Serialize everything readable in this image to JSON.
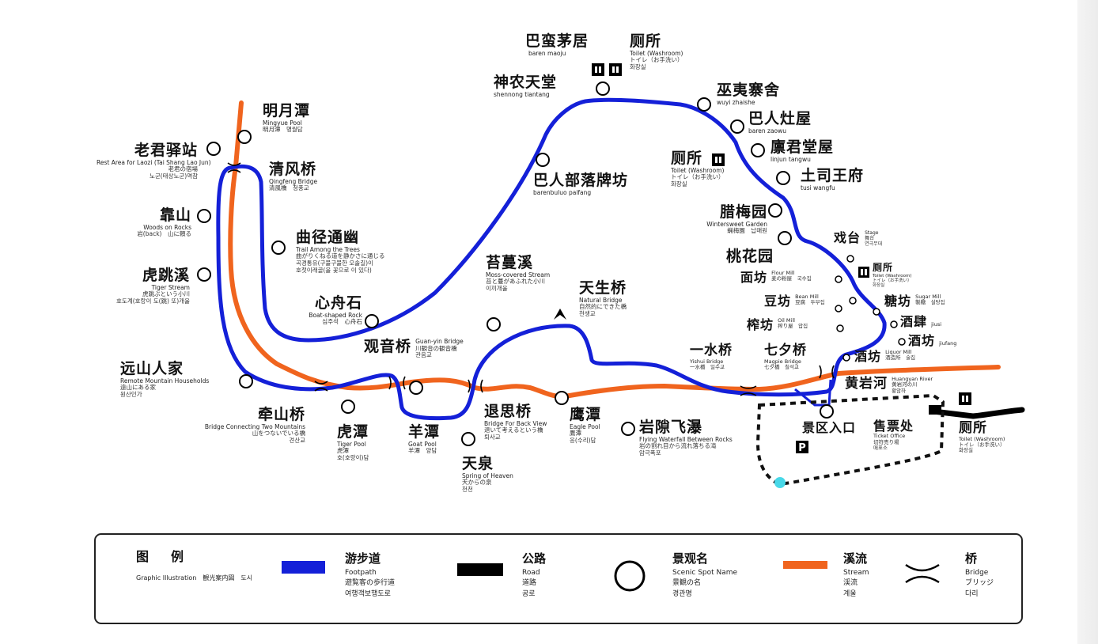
{
  "spots": [
    {
      "id": "mingyue-pool",
      "zh": "明月潭",
      "en": "Mingyue Pool",
      "sub": "明月潭　명월담"
    },
    {
      "id": "laojun-station",
      "zh": "老君驿站",
      "en": "Rest Area for Laozi (Tai Shang Lao Jun)",
      "sub": "老君の宿場",
      "sub2": "노군(태상노군)역참"
    },
    {
      "id": "qingfeng-bridge",
      "zh": "清风桥",
      "en": "Qingfeng Bridge",
      "sub": "清風橋　청풍교"
    },
    {
      "id": "kaoshan",
      "zh": "靠山",
      "en": "Woods on Rocks",
      "sub": "岩(back)　山に頼る"
    },
    {
      "id": "quijing-tongyou",
      "zh": "曲径通幽",
      "en": "Trail Among the Trees",
      "sub": "曲がりくねる道を静かさに通じる",
      "sub2": "곡경통유(구불구불한 오솔길)이",
      "sub3": "호젓이래골(을 꽃으로 이 있다)"
    },
    {
      "id": "hutiao-stream",
      "zh": "虎跳溪",
      "en": "Tiger Stream",
      "sub": "虎跳ぶという小川",
      "sub2": "호도계(호랑이 도(跳) 또)개울"
    },
    {
      "id": "xinzhou-rock",
      "zh": "心舟石",
      "en": "Boat-shaped Rock",
      "sub": "심주석　心舟石"
    },
    {
      "id": "guanyin-bridge",
      "zh": "观音桥",
      "en": "Guan-yin Bridge",
      "sub": "川観音の観音橋",
      "sub2": "관음교"
    },
    {
      "id": "yuanshan-household",
      "zh": "远山人家",
      "en": "Remote Mountain Households",
      "sub": "遠山にある家",
      "sub2": "원산인가"
    },
    {
      "id": "qianshan-bridge",
      "zh": "牵山桥",
      "en": "Bridge Connecting Two Mountains",
      "sub": "山をつないでいる橋",
      "sub2": "견산교"
    },
    {
      "id": "tiger-pool",
      "zh": "虎潭",
      "en": "Tiger Pool",
      "sub": "虎潭",
      "sub2": "호(호랑이)담"
    },
    {
      "id": "goat-pool",
      "zh": "羊潭",
      "en": "Goat Pool",
      "sub": "羊潭　양담"
    },
    {
      "id": "spring-heaven",
      "zh": "天泉",
      "en": "Spring of Heaven",
      "sub": "天からの泉",
      "sub2": "천천"
    },
    {
      "id": "tuisi-bridge",
      "zh": "退思桥",
      "en": "Bridge For Back View",
      "sub": "退いて考えるという橋",
      "sub2": "퇴사교"
    },
    {
      "id": "moss-stream",
      "zh": "苔蔓溪",
      "en": "Moss-covered Stream",
      "sub": "苔と蔓があふれた小川",
      "sub2": "이끼개울"
    },
    {
      "id": "natural-bridge",
      "zh": "天生桥",
      "en": "Natural Bridge",
      "sub": "自然的にできた橋",
      "sub2": "천생교"
    },
    {
      "id": "eagle-pool",
      "zh": "鹰潭",
      "en": "Eagle Pool",
      "sub": "鷹潭",
      "sub2": "응(수리)담"
    },
    {
      "id": "waterfall",
      "zh": "岩隙飞瀑",
      "en": "Flying Waterfall Between Rocks",
      "sub": "岩の割れ目から流れ落ちる滝",
      "sub2": "암극폭포"
    },
    {
      "id": "baren-maoju",
      "zh": "巴蛮茅居",
      "en": "baren maoju",
      "sub": ""
    },
    {
      "id": "toilet-top",
      "zh": "厕所",
      "en": "Toilet (Washroom)",
      "sub": "トイレ（お手洗い）",
      "sub2": "화장실"
    },
    {
      "id": "shennong",
      "zh": "神农天堂",
      "en": "shennong tiantang",
      "sub": ""
    },
    {
      "id": "wuyi-zhaishe",
      "zh": "巫夷寨舍",
      "en": "wuyi zhaishe",
      "sub": ""
    },
    {
      "id": "baren-zaowu",
      "zh": "巴人灶屋",
      "en": "baren zaowu",
      "sub": ""
    },
    {
      "id": "linjun-tangwu",
      "zh": "廪君堂屋",
      "en": "linjun tangwu",
      "sub": ""
    },
    {
      "id": "buluo-paifang",
      "zh": "巴人部落牌坊",
      "en": "barenbuluo paifang",
      "sub": ""
    },
    {
      "id": "toilet-mid",
      "zh": "厕所",
      "en": "Toilet (Washroom)",
      "sub": "トイレ（お手洗い）",
      "sub2": "화장실"
    },
    {
      "id": "tusi-wangfu",
      "zh": "土司王府",
      "en": "tusi wangfu",
      "sub": ""
    },
    {
      "id": "lamei-garden",
      "zh": "腊梅园",
      "en": "Wintersweet Garden",
      "sub": "蝋梅園　납매원"
    },
    {
      "id": "taohua-garden",
      "zh": "桃花园",
      "en": "",
      "sub": ""
    },
    {
      "id": "stage",
      "zh": "戏台",
      "en": "Stage",
      "sub": "舞台",
      "sub2": "연극무대"
    },
    {
      "id": "toilet-east",
      "zh": "厕所",
      "en": "Toilet (Washroom)",
      "sub": "トイレ（お手洗い）",
      "sub2": "화장실"
    },
    {
      "id": "flour-mill",
      "zh": "面坊",
      "en": "Flour Mill",
      "sub": "麦の粉屋　국수집"
    },
    {
      "id": "sugar-mill",
      "zh": "糖坊",
      "en": "Sugar Mill",
      "sub": "製糖　설탕집"
    },
    {
      "id": "bean-mill",
      "zh": "豆坊",
      "en": "Bean Mill",
      "sub": "豆腐　두부집"
    },
    {
      "id": "jiusi",
      "zh": "酒肆",
      "en": "jiusi",
      "sub": ""
    },
    {
      "id": "oil-mill",
      "zh": "榨坊",
      "en": "Oil Mill",
      "sub": "搾り屋　압집"
    },
    {
      "id": "jiufang-top",
      "zh": "酒坊",
      "en": "jiufang",
      "sub": ""
    },
    {
      "id": "yishui-bridge",
      "zh": "一水桥",
      "en": "Yishui Bridge",
      "sub": "一水橋　일수교"
    },
    {
      "id": "magpie-bridge",
      "zh": "七夕桥",
      "en": "Magpie Bridge",
      "sub": "七夕橋　칠석교"
    },
    {
      "id": "liquor-mill",
      "zh": "酒坊",
      "en": "Liquor Mill",
      "sub": "酒造所　술집"
    },
    {
      "id": "huangyan-river",
      "zh": "黄岩河",
      "en": "Huangyan River",
      "sub": "黄岩河の川",
      "sub2": "황암하"
    },
    {
      "id": "entrance",
      "zh": "景区入口",
      "en": "",
      "sub": ""
    },
    {
      "id": "ticket-office",
      "zh": "售票处",
      "en": "Ticket Office",
      "sub": "切符売り場",
      "sub2": "매표소"
    },
    {
      "id": "toilet-right",
      "zh": "厕所",
      "en": "Toilet (Washroom)",
      "sub": "トイレ（お手洗い）",
      "sub2": "화장실"
    }
  ],
  "icons": {
    "parking": "P",
    "toilet": "toilet-icon"
  },
  "legend": {
    "title_zh": "图例",
    "title_sub": "Graphic Illustration　観光案内図　도시",
    "footpath": {
      "zh": "游步道",
      "en": "Footpath",
      "sub": "遊覧客の歩行道",
      "sub2": "여행객보행도로"
    },
    "road": {
      "zh": "公路",
      "en": "Road",
      "sub": "道路",
      "sub2": "공로"
    },
    "spot": {
      "zh": "景观名",
      "en": "Scenic Spot Name",
      "sub": "景観の名",
      "sub2": "경관명"
    },
    "stream": {
      "zh": "溪流",
      "en": "Stream",
      "sub": "渓流",
      "sub2": "계울"
    },
    "bridge": {
      "zh": "桥",
      "en": "Bridge",
      "sub": "ブリッジ",
      "sub2": "다리"
    }
  },
  "colors": {
    "footpath": "#1420d8",
    "stream": "#f0641e",
    "road": "#000000",
    "ticket_route": "#111111",
    "start_marker": "#48d8e8"
  }
}
